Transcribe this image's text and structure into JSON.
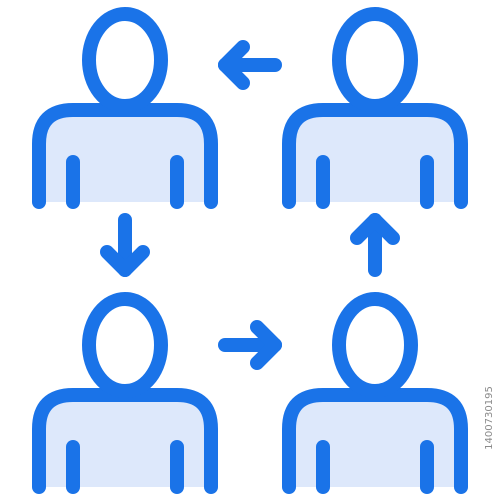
{
  "icon": {
    "name": "people-exchange-cycle-icon",
    "stroke_color": "#1a73e8",
    "fill_color": "#dde8fb",
    "background_color": "#ffffff"
  },
  "people": [
    {
      "name": "person-top-left-icon"
    },
    {
      "name": "person-top-right-icon"
    },
    {
      "name": "person-bottom-left-icon"
    },
    {
      "name": "person-bottom-right-icon"
    }
  ],
  "arrows": [
    {
      "name": "arrow-left-icon",
      "direction": "left"
    },
    {
      "name": "arrow-down-icon",
      "direction": "down"
    },
    {
      "name": "arrow-right-icon",
      "direction": "right"
    },
    {
      "name": "arrow-up-icon",
      "direction": "up"
    }
  ],
  "watermark": {
    "text": "1400730195"
  }
}
